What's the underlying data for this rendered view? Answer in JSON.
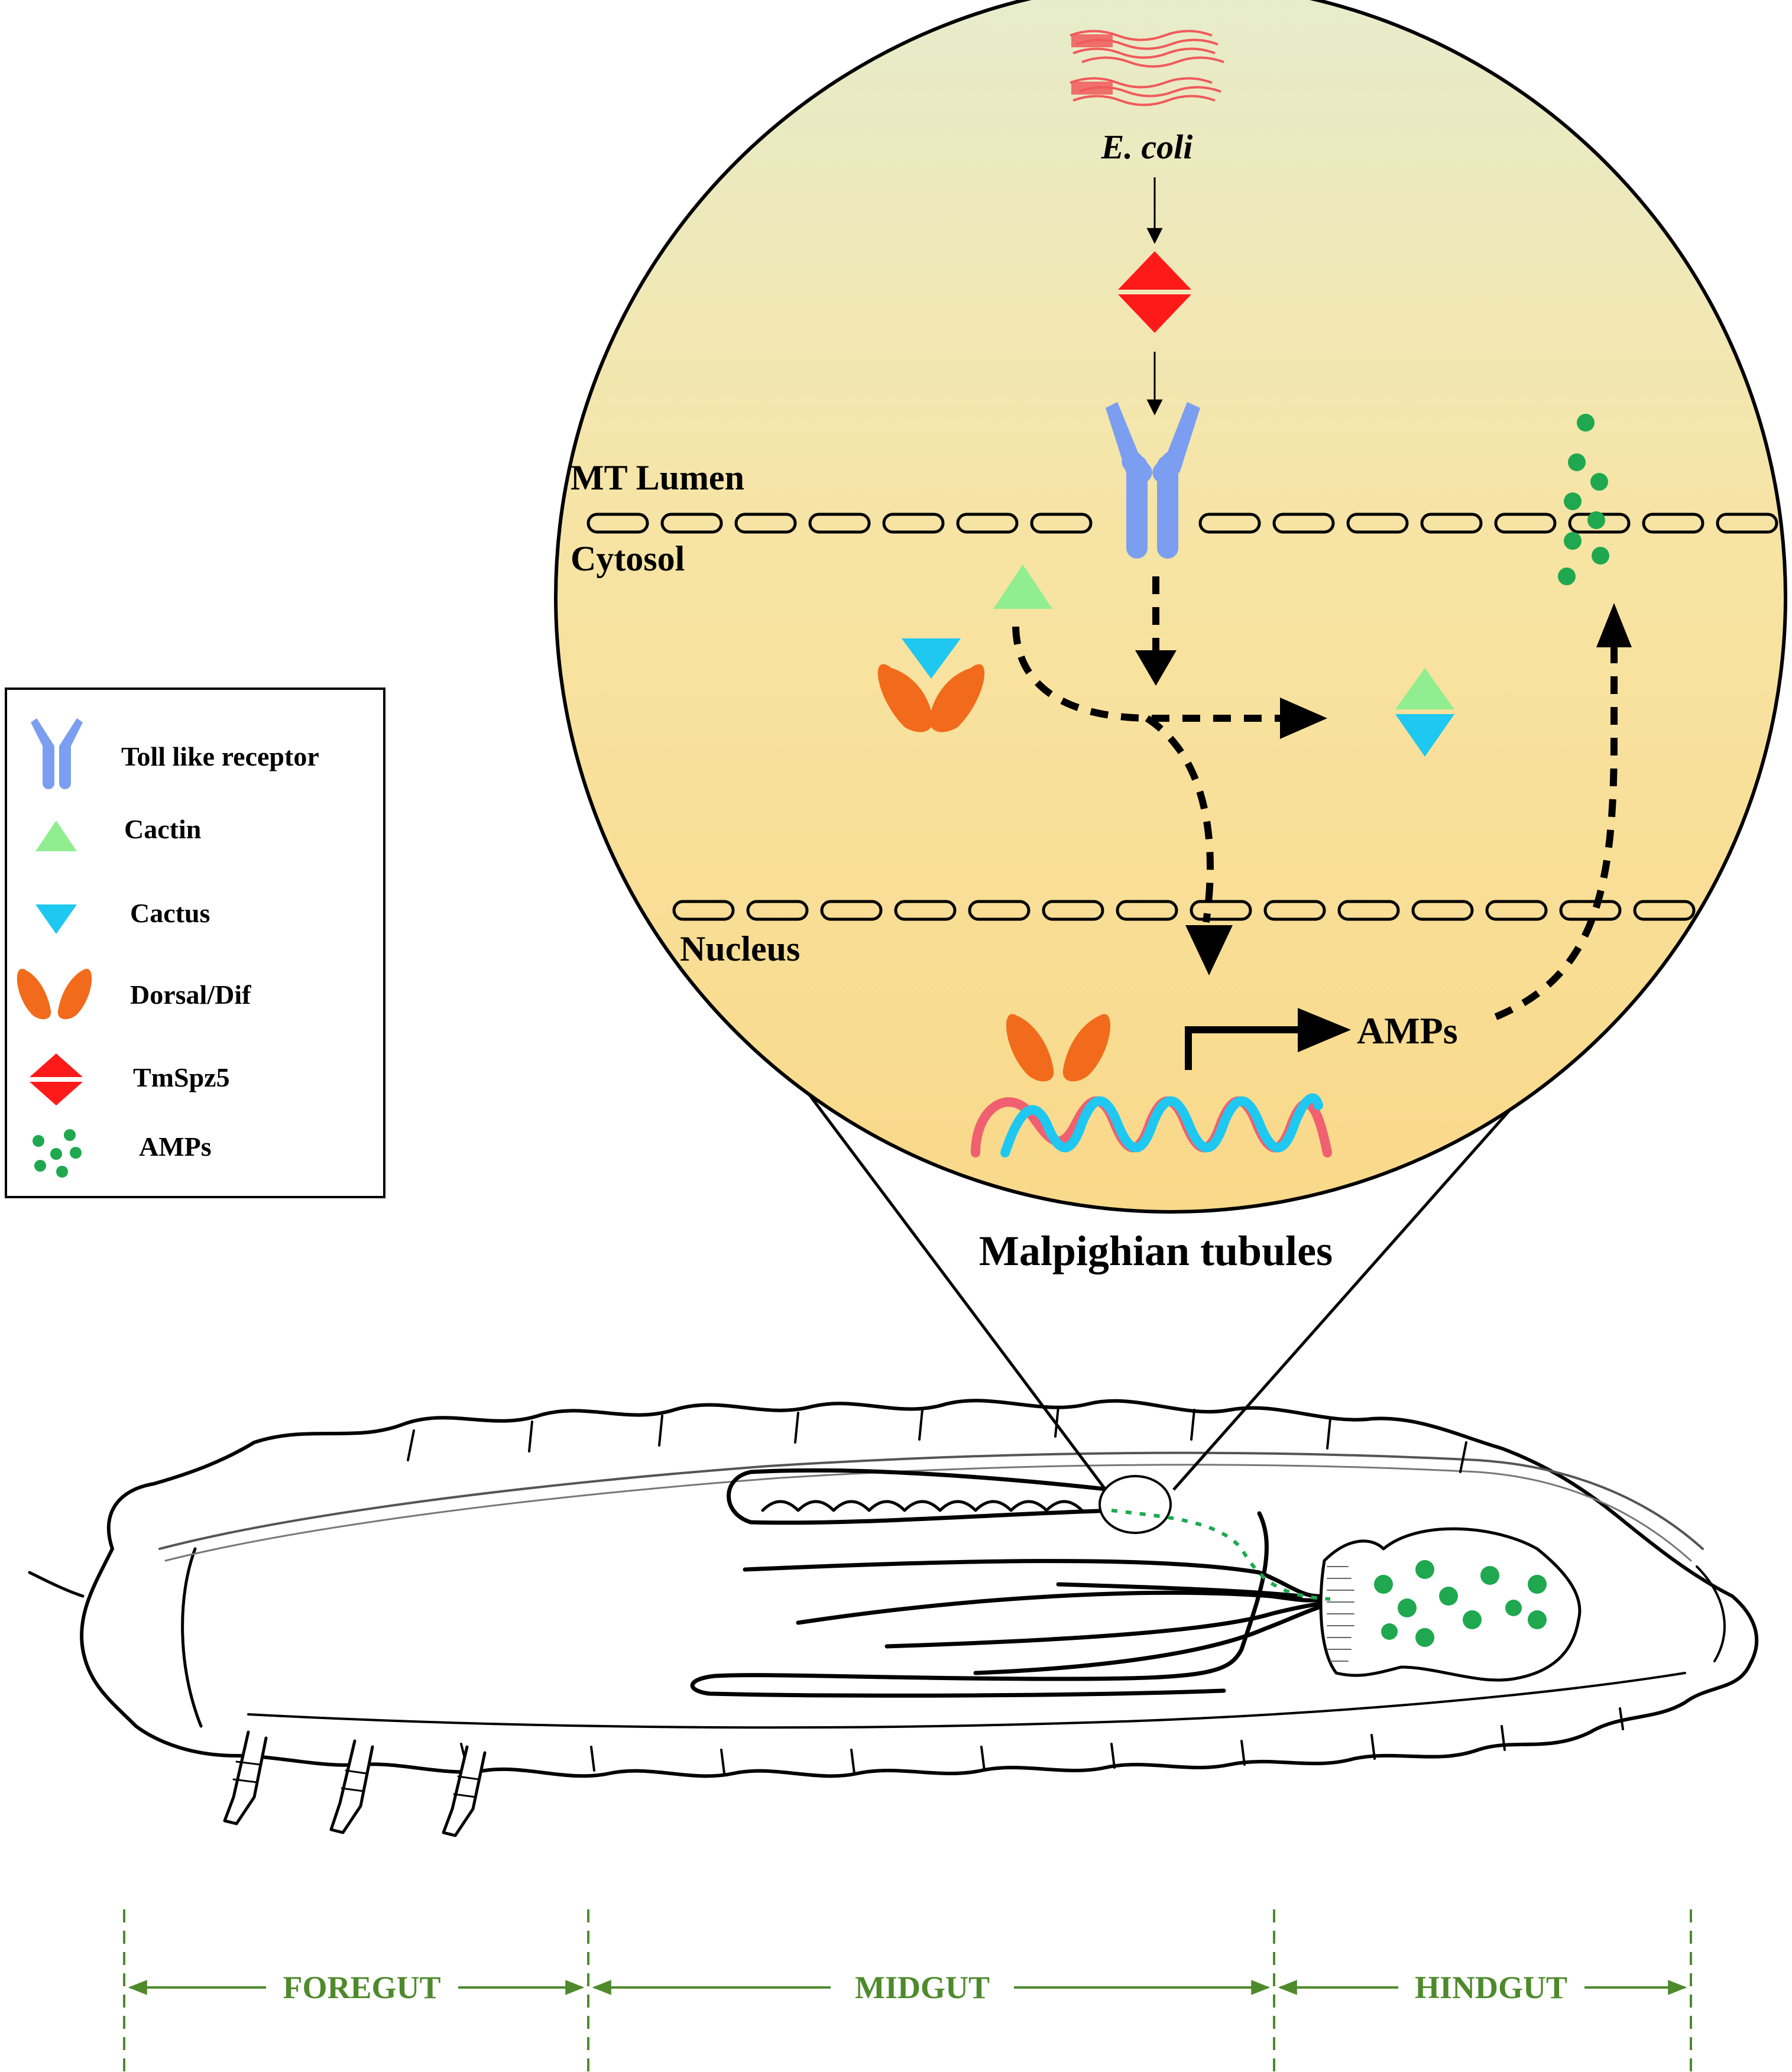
{
  "bacteria": {
    "label": "E. coli"
  },
  "membrane_labels": {
    "lumen": "MT Lumen",
    "cytosol": "Cytosol",
    "nucleus": "Nucleus"
  },
  "pathway": {
    "gene_product": "AMPs"
  },
  "organ": {
    "label": "Malpighian tubules"
  },
  "legend": {
    "items": [
      {
        "icon": "toll-receptor-icon",
        "label": "Toll like receptor"
      },
      {
        "icon": "cactin-triangle-icon",
        "label": "Cactin"
      },
      {
        "icon": "cactus-triangle-icon",
        "label": "Cactus"
      },
      {
        "icon": "dorsal-dif-icon",
        "label": "Dorsal/Dif"
      },
      {
        "icon": "tmspz5-diamond-icon",
        "label": "TmSpz5"
      },
      {
        "icon": "amps-dots-icon",
        "label": "AMPs"
      }
    ]
  },
  "gut_regions": [
    {
      "label": "FOREGUT"
    },
    {
      "label": "MIDGUT"
    },
    {
      "label": "HINDGUT"
    }
  ],
  "colors": {
    "receptor": "#7b9ef0",
    "cactin": "#90ee90",
    "cactus": "#1ec8f0",
    "dorsal": "#f26a1b",
    "tmspz5": "#ff1a1a",
    "amps": "#1fa84f",
    "gut_scale": "#4e8a2c",
    "dna_red": "#f06070",
    "dna_blue": "#1ec8f0"
  }
}
